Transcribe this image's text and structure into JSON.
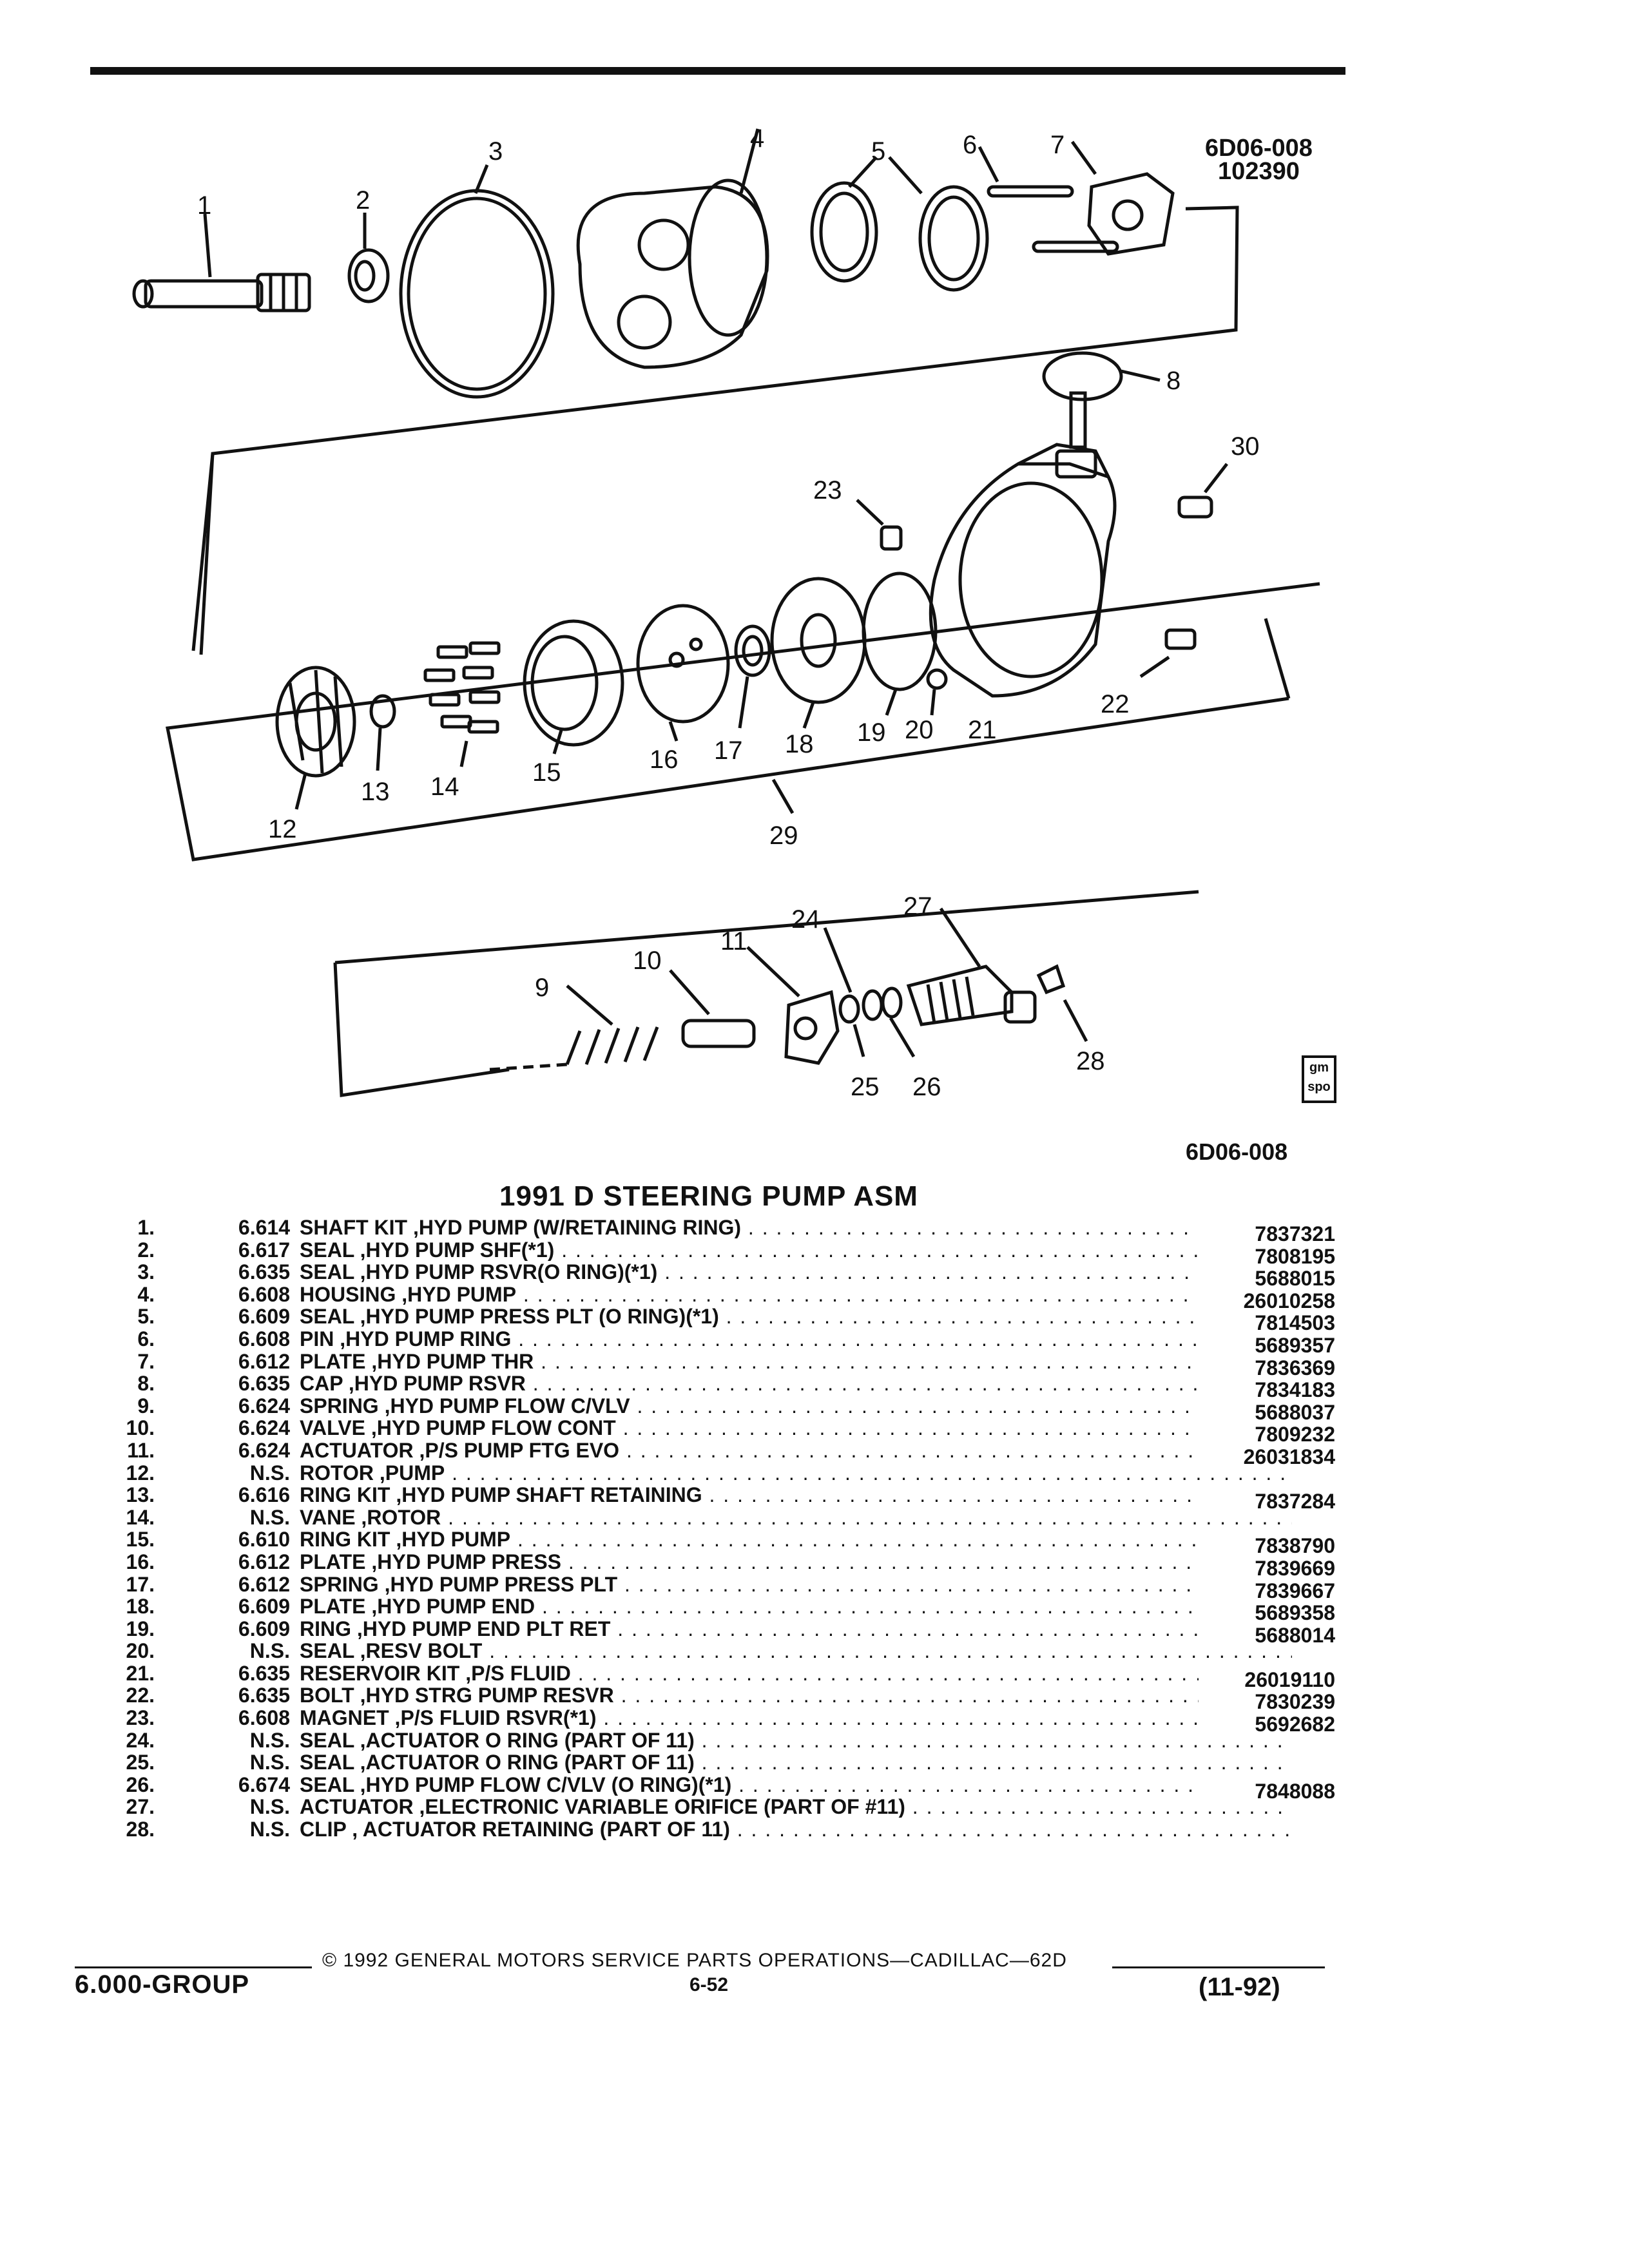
{
  "drawing": {
    "code_top": "6D06-008",
    "date_code": "102390",
    "code_bottom": "6D06-008",
    "logo_text": [
      "gm",
      "spo"
    ],
    "callouts": [
      "1",
      "2",
      "3",
      "4",
      "5",
      "6",
      "7",
      "8",
      "9",
      "10",
      "11",
      "12",
      "13",
      "14",
      "15",
      "16",
      "17",
      "18",
      "19",
      "20",
      "21",
      "22",
      "23",
      "24",
      "25",
      "26",
      "27",
      "28",
      "29",
      "30"
    ]
  },
  "title": "1991 D STEERING PUMP ASM",
  "parts": [
    {
      "num": "1.",
      "group": "6.614",
      "desc": "SHAFT KIT ,HYD PUMP (W/RETAINING RING)",
      "pn": "7837321"
    },
    {
      "num": "2.",
      "group": "6.617",
      "desc": "SEAL ,HYD PUMP SHF(*1)",
      "pn": "7808195"
    },
    {
      "num": "3.",
      "group": "6.635",
      "desc": "SEAL ,HYD PUMP RSVR(O RING)(*1)",
      "pn": "5688015"
    },
    {
      "num": "4.",
      "group": "6.608",
      "desc": "HOUSING ,HYD PUMP",
      "pn": "26010258"
    },
    {
      "num": "5.",
      "group": "6.609",
      "desc": "SEAL ,HYD PUMP PRESS PLT (O RING)(*1)",
      "pn": "7814503"
    },
    {
      "num": "6.",
      "group": "6.608",
      "desc": "PIN ,HYD PUMP RING",
      "pn": "5689357"
    },
    {
      "num": "7.",
      "group": "6.612",
      "desc": "PLATE ,HYD PUMP THR",
      "pn": "7836369"
    },
    {
      "num": "8.",
      "group": "6.635",
      "desc": "CAP ,HYD PUMP RSVR",
      "pn": "7834183"
    },
    {
      "num": "9.",
      "group": "6.624",
      "desc": "SPRING ,HYD PUMP FLOW C/VLV",
      "pn": "5688037"
    },
    {
      "num": "10.",
      "group": "6.624",
      "desc": "VALVE ,HYD PUMP FLOW CONT",
      "pn": "7809232"
    },
    {
      "num": "11.",
      "group": "6.624",
      "desc": "ACTUATOR ,P/S PUMP FTG EVO",
      "pn": "26031834"
    },
    {
      "num": "12.",
      "group": "N.S.",
      "desc": "ROTOR ,PUMP",
      "pn": ""
    },
    {
      "num": "13.",
      "group": "6.616",
      "desc": "RING KIT ,HYD PUMP SHAFT RETAINING",
      "pn": "7837284"
    },
    {
      "num": "14.",
      "group": "N.S.",
      "desc": "VANE ,ROTOR",
      "pn": ""
    },
    {
      "num": "15.",
      "group": "6.610",
      "desc": "RING KIT ,HYD PUMP",
      "pn": "7838790"
    },
    {
      "num": "16.",
      "group": "6.612",
      "desc": "PLATE ,HYD PUMP PRESS",
      "pn": "7839669"
    },
    {
      "num": "17.",
      "group": "6.612",
      "desc": "SPRING ,HYD PUMP PRESS PLT",
      "pn": "7839667"
    },
    {
      "num": "18.",
      "group": "6.609",
      "desc": "PLATE ,HYD PUMP END",
      "pn": "5689358"
    },
    {
      "num": "19.",
      "group": "6.609",
      "desc": "RING ,HYD PUMP END PLT RET",
      "pn": "5688014"
    },
    {
      "num": "20.",
      "group": "N.S.",
      "desc": "SEAL ,RESV BOLT",
      "pn": ""
    },
    {
      "num": "21.",
      "group": "6.635",
      "desc": "RESERVOIR KIT ,P/S FLUID",
      "pn": "26019110"
    },
    {
      "num": "22.",
      "group": "6.635",
      "desc": "BOLT ,HYD STRG PUMP RESVR",
      "pn": "7830239"
    },
    {
      "num": "23.",
      "group": "6.608",
      "desc": "MAGNET ,P/S FLUID RSVR(*1)",
      "pn": "5692682"
    },
    {
      "num": "24.",
      "group": "N.S.",
      "desc": "SEAL ,ACTUATOR O RING (PART OF 11)",
      "pn": ""
    },
    {
      "num": "25.",
      "group": "N.S.",
      "desc": "SEAL ,ACTUATOR O RING (PART OF 11)",
      "pn": ""
    },
    {
      "num": "26.",
      "group": "6.674",
      "desc": "SEAL ,HYD PUMP FLOW C/VLV (O RING)(*1)",
      "pn": "7848088"
    },
    {
      "num": "27.",
      "group": "N.S.",
      "desc": "ACTUATOR ,ELECTRONIC VARIABLE ORIFICE (PART OF #11)",
      "pn": ""
    },
    {
      "num": "28.",
      "group": "N.S.",
      "desc": "CLIP , ACTUATOR RETAINING (PART OF 11)",
      "pn": ""
    }
  ],
  "footer": {
    "copyright": "© 1992 GENERAL MOTORS SERVICE PARTS OPERATIONS—CADILLAC—62D",
    "group": "6.000-GROUP",
    "page": "6-52",
    "date": "(11-92)"
  }
}
